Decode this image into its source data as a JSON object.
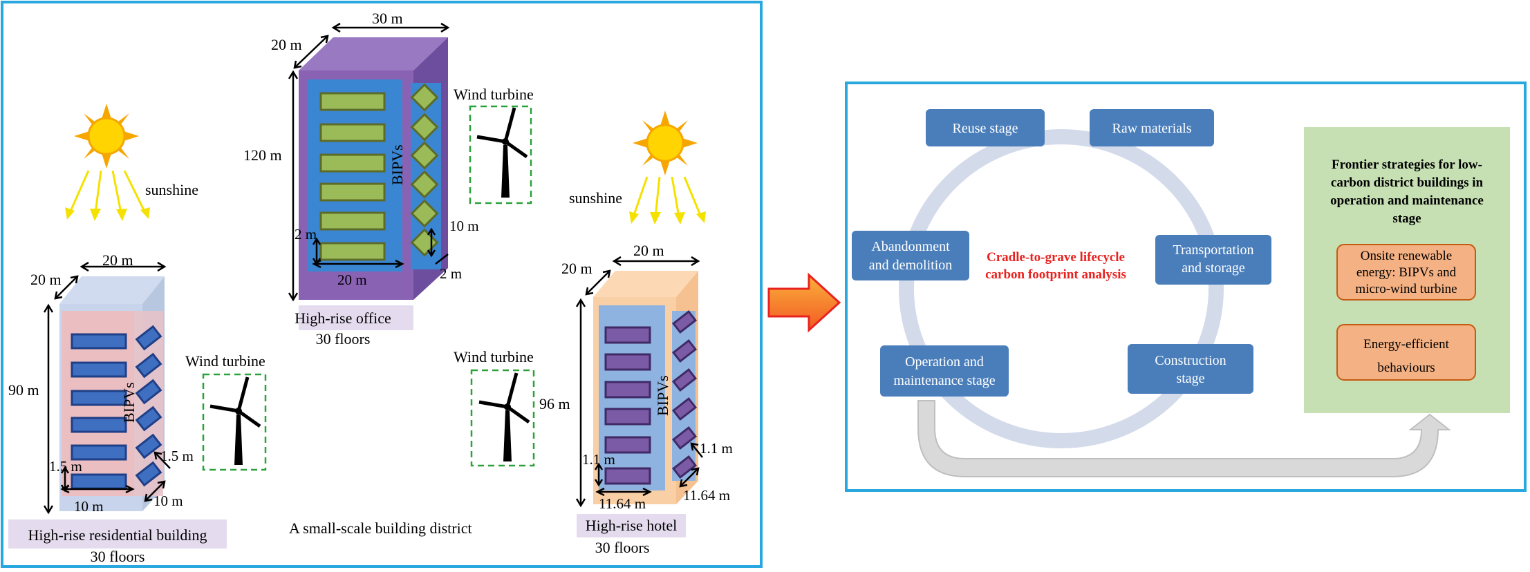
{
  "district": {
    "caption": "A small-scale building district",
    "sunshine_label": "sunshine",
    "wind_label": "Wind turbine",
    "bipv_label": "BIPVs",
    "residential": {
      "title": "High-rise residential building",
      "floors": "30 floors",
      "depth": "20 m",
      "width": "20 m",
      "height": "90 m",
      "panel_gap": "1.5 m",
      "panel_side": "1.5 m",
      "panel_width": "10 m",
      "panel_depth": "10 m"
    },
    "office": {
      "title": "High-rise office",
      "floors": "30 floors",
      "depth": "20 m",
      "width": "30 m",
      "height": "120 m",
      "panel_gap": "2 m",
      "panel_width": "20 m",
      "side_height": "10 m",
      "side_width": "2 m"
    },
    "hotel": {
      "title": "High-rise hotel",
      "floors": "30 floors",
      "depth": "20 m",
      "width": "20 m",
      "height": "96 m",
      "panel_gap": "1.1 m",
      "panel_side": "1.1 m",
      "panel_width": "11.64 m",
      "panel_depth": "11.64 m"
    }
  },
  "lifecycle": {
    "center_line1": "Cradle-to-grave lifecycle",
    "center_line2": "carbon footprint analysis",
    "stages": {
      "reuse": [
        "Reuse stage"
      ],
      "raw": [
        "Raw materials"
      ],
      "transport": [
        "Transportation",
        "and storage"
      ],
      "construction": [
        "Construction",
        "stage"
      ],
      "operation": [
        "Operation and",
        "maintenance stage"
      ],
      "abandon": [
        "Abandonment",
        "and demolition"
      ]
    }
  },
  "strategies": {
    "title_lines": [
      "Frontier strategies for low-",
      "carbon district buildings in",
      "operation and maintenance",
      "stage"
    ],
    "option1": [
      "Onsite renewable",
      "energy: BIPVs and",
      "micro-wind turbine"
    ],
    "option2": [
      "Energy-efficient",
      "behaviours"
    ]
  },
  "colors": {
    "frame": "#29a8e0",
    "stage_box": "#4a7ebb",
    "strategy_panel": "#c6e0b4",
    "option_box": "#f4b183",
    "center_text": "#e8231f",
    "arrow_fill": "#fb6b2f"
  }
}
